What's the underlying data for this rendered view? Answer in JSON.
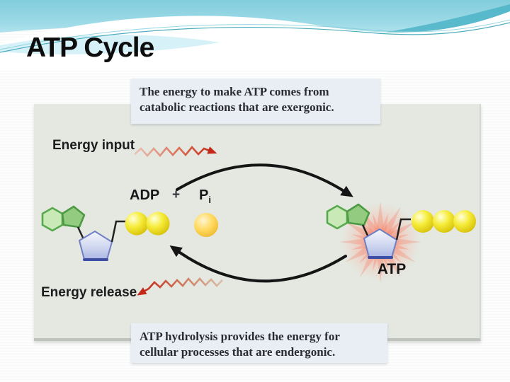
{
  "slide": {
    "title": "ATP Cycle"
  },
  "diagram": {
    "top_caption": {
      "line1": "The energy to make ATP comes from",
      "line2": "catabolic reactions that are exergonic."
    },
    "bottom_caption": {
      "line1": "ATP hydrolysis provides the energy for",
      "line2": "cellular processes that are endergonic."
    },
    "energy_input_label": "Energy input",
    "energy_release_label": "Energy release",
    "adp_label": "ADP",
    "plus_sign": "+",
    "pi_label": "P",
    "pi_subscript": "i",
    "atp_label": "ATP"
  },
  "colors": {
    "panel_bg": "#e4e8e1",
    "caption_bg": "#e9eef5",
    "wave_teal": "#7ecbdc",
    "wave_teal_dark": "#4cb4c7",
    "phosphate_yellow": "#f2e11c",
    "pi_orange": "#ffd95e",
    "adenine_green_light": "#c9eab7",
    "adenine_green_dark": "#93cc80",
    "ribose_blue": "#aab6e4",
    "energy_red": "#c42818",
    "arrow_black": "#151515",
    "burst_pink": "#ff8c78"
  }
}
